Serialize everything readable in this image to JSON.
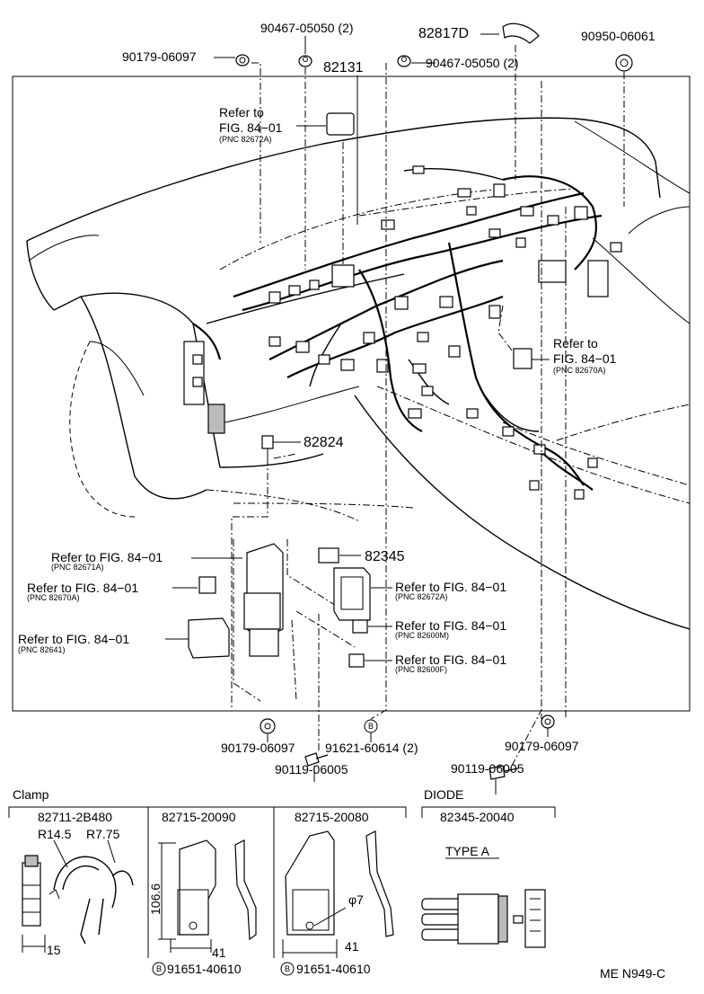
{
  "top_parts": {
    "p1": "90179-06097",
    "p2": "90467-05050 (2)",
    "p3": "82817D",
    "p4": "90950-06061",
    "p5": "82131",
    "p6": "90467-05050 (2)"
  },
  "refs": {
    "ref_top": {
      "l1": "Refer to",
      "l2": "FIG. 84−01",
      "pnc": "(PNC 82672A)"
    },
    "ref_right": {
      "l1": "Refer to",
      "l2": "FIG. 84−01",
      "pnc": "(PNC 82670A)"
    },
    "ref_l1": {
      "text": "Refer to FIG. 84−01",
      "pnc": "(PNC 82671A)"
    },
    "ref_l2": {
      "text": "Refer to FIG. 84−01",
      "pnc": "(PNC 82670A)"
    },
    "ref_l3": {
      "text": "Refer to FIG. 84−01",
      "pnc": "(PNC 82641)"
    },
    "ref_r1": {
      "text": "Refer to FIG. 84−01",
      "pnc": "(PNC 82672A)"
    },
    "ref_r2": {
      "text": "Refer to FIG. 84−01",
      "pnc": "(PNC 82600M)"
    },
    "ref_r3": {
      "text": "Refer to FIG. 84−01",
      "pnc": "(PNC 82600F)"
    }
  },
  "mid_parts": {
    "p82824": "82824",
    "p82345": "82345"
  },
  "bottom_parts": {
    "b1": "90179-06097",
    "b2": "91621-60614 (2)",
    "b3": "90119-06005",
    "b4": "90119-06005",
    "b5": "90179-06097",
    "b_marker": "B"
  },
  "clamp": {
    "title": "Clamp",
    "c1_part": "82711-2B480",
    "c1_r1": "R14.5",
    "c1_r2": "R7.75",
    "c1_dim": "15",
    "c2_part": "82715-20090",
    "c2_dim_h": "106.6",
    "c2_dim_w": "41",
    "c2_bolt": "91651-40610",
    "c3_part": "82715-20080",
    "c3_hole": "φ7",
    "c3_dim_w": "41",
    "c3_bolt": "91651-40610"
  },
  "diode": {
    "title": "DIODE",
    "part": "82345-20040",
    "type": "TYPE A"
  },
  "figure_code": "ME N949-C"
}
